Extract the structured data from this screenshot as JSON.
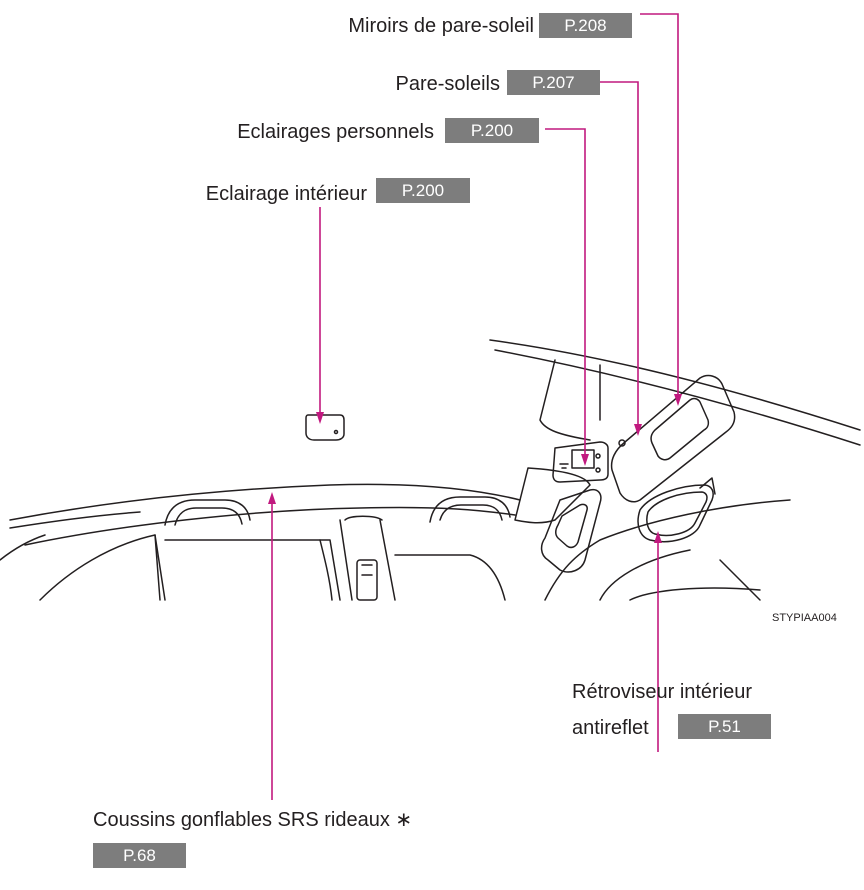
{
  "callouts": {
    "mirrors": {
      "label": "Miroirs de pare-soleil",
      "page": "P.208"
    },
    "visors": {
      "label": "Pare-soleils",
      "page": "P.207"
    },
    "personal_lights": {
      "label": "Eclairages personnels",
      "page": "P.200"
    },
    "interior_light": {
      "label": "Eclairage intérieur",
      "page": "P.200"
    },
    "rearview_line1": "Rétroviseur intérieur",
    "rearview_line2": "antireflet",
    "rearview_page": "P.51",
    "airbags": {
      "label": "Coussins gonflables SRS rideaux",
      "marker": "∗",
      "page": "P.68"
    }
  },
  "figure_code": "STYPIAA004",
  "colors": {
    "leader": "#c1197f",
    "badge": "#7d7d7d",
    "line_art": "#231f20"
  }
}
